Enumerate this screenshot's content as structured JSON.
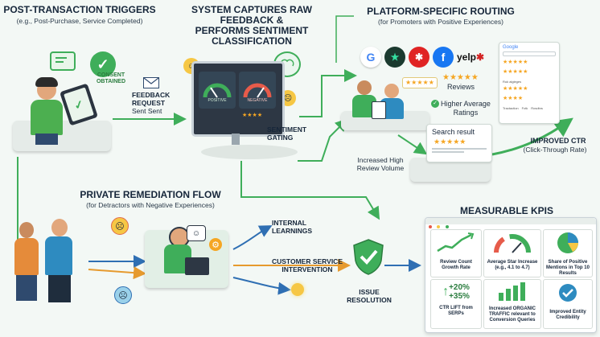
{
  "triggers": {
    "title": "POST-TRANSACTION TRIGGERS",
    "subtitle": "(e.g., Post-Purchase, Service Completed)",
    "consent_label": "CONSENT OBTAINED"
  },
  "feedback_request": {
    "line1": "FEEDBACK",
    "line2": "REQUEST",
    "line3": "Sent Sent"
  },
  "capture": {
    "title_line1": "SYSTEM CAPTURES RAW FEEDBACK &",
    "title_line2": "PERFORMS SENTIMENT CLASSIFICATION",
    "gauge_pos": "POSITIVE",
    "gauge_neg": "NEGATIVE",
    "gating_line1": "SENTIMENT",
    "gating_line2": "GATING"
  },
  "routing": {
    "title": "PLATFORM-SPECIFIC ROUTING",
    "subtitle": "(for Promoters with Positive Experiences)",
    "yelp": "yelp",
    "reviews": "Reviews",
    "higher_ratings_line1": "Higher Average",
    "higher_ratings_line2": "Ratings",
    "increased_volume_line1": "Increased High",
    "increased_volume_line2": "Review Volume",
    "search_result": "Search result",
    "ctr_title": "IMPROVED CTR",
    "ctr_sub": "(Click-Through Rate)"
  },
  "serp": {
    "row1": "Ruk algleges",
    "row2": "Tractaction",
    "row3": "Fctk",
    "row4": "Rosdtns"
  },
  "remediation": {
    "title": "PRIVATE REMEDIATION FLOW",
    "subtitle": "(for Detractors with Negative Experiences)",
    "internal_line1": "INTERNAL",
    "internal_line2": "LEARNINGS",
    "cs_line1": "CUSTOMER SERVICE",
    "cs_line2": "INTERVENTION",
    "issue_line1": "ISSUE",
    "issue_line2": "RESOLUTION"
  },
  "kpis": {
    "title": "MEASURABLE KPIs",
    "review_count": "Review Count Growth Rate",
    "avg_star": "Average Star Increase (e.g., 4.1 to 4.7)",
    "share_positive": "Share of Positive Mentions in Top 10 Results",
    "pct1": "+20%",
    "pct2": "+35%",
    "ctr_lift": "CTR LIFT from SERPs",
    "organic": "Increased ORGANIC TRAFFIC relevant to Conversion Queries",
    "entity": "Improved Entity Credibility"
  },
  "colors": {
    "accent_green": "#3fae5a",
    "arrow_blue": "#2f6fb3",
    "arrow_orange": "#e69a2e",
    "star": "#f5a623"
  }
}
